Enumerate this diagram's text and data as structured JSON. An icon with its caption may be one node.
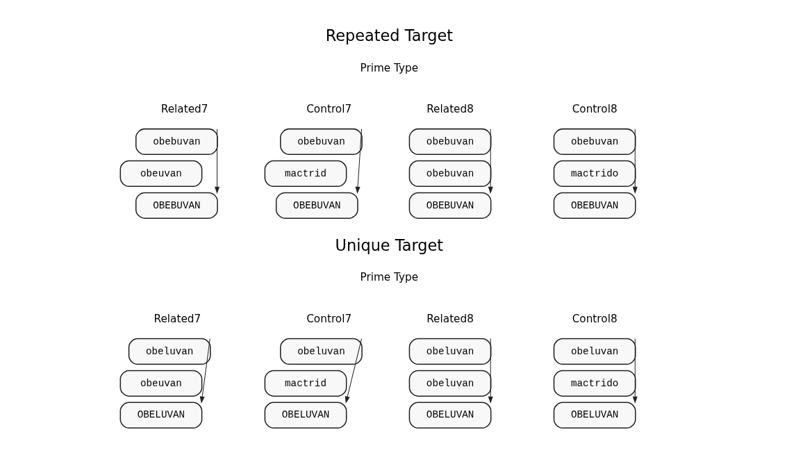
{
  "diagram": {
    "nodes": [
      {
        "text": [
          "obebuvan"
        ]
      },
      {
        "text": [
          "obeuvan"
        ]
      },
      {
        "text": [
          "OBEBUVAN"
        ]
      },
      {
        "text": [
          "obebuvan"
        ]
      },
      {
        "text": [
          "mactrid"
        ]
      },
      {
        "text": [
          "OBEBUVAN"
        ]
      },
      {
        "text": [
          "obebuvan"
        ]
      },
      {
        "text": [
          "obebuvan"
        ]
      },
      {
        "text": [
          "OBEBUVAN"
        ]
      },
      {
        "text": [
          "obebuvan"
        ]
      },
      {
        "text": [
          "mactrido"
        ]
      },
      {
        "text": [
          "OBEBUVAN"
        ]
      },
      {
        "text": [
          "obeluvan"
        ]
      },
      {
        "text": [
          "obeuvan"
        ]
      },
      {
        "text": [
          "OBELUVAN"
        ]
      },
      {
        "text": [
          "obeluvan"
        ]
      },
      {
        "text": [
          "mactrid"
        ]
      },
      {
        "text": [
          "OBELUVAN"
        ]
      },
      {
        "text": [
          "obeluvan"
        ]
      },
      {
        "text": [
          "obeluvan"
        ]
      },
      {
        "text": [
          "OBELUVAN"
        ]
      },
      {
        "text": [
          "obeluvan"
        ]
      },
      {
        "text": [
          "mactrido"
        ]
      },
      {
        "text": [
          "OBELUVAN"
        ]
      }
    ],
    "edges": [
      {
        "from": 0,
        "to": 2,
        "arrow": "to"
      },
      {
        "from": 3,
        "to": 5,
        "arrow": "to"
      },
      {
        "from": 6,
        "to": 8,
        "arrow": "to"
      },
      {
        "from": 9,
        "to": 11,
        "arrow": "to"
      },
      {
        "from": 12,
        "to": 14,
        "arrow": "to"
      },
      {
        "from": 15,
        "to": 17,
        "arrow": "to"
      },
      {
        "from": 18,
        "to": 20,
        "arrow": "to"
      },
      {
        "from": 21,
        "to": 23,
        "arrow": "to"
      }
    ],
    "labels": [
      "Repeated Target",
      "Prime Type",
      "Related7",
      "Control7",
      "Related8",
      "Control8",
      "Unique Target",
      "Prime Type",
      "Related7",
      "Control7",
      "Related8",
      "Control8"
    ]
  }
}
